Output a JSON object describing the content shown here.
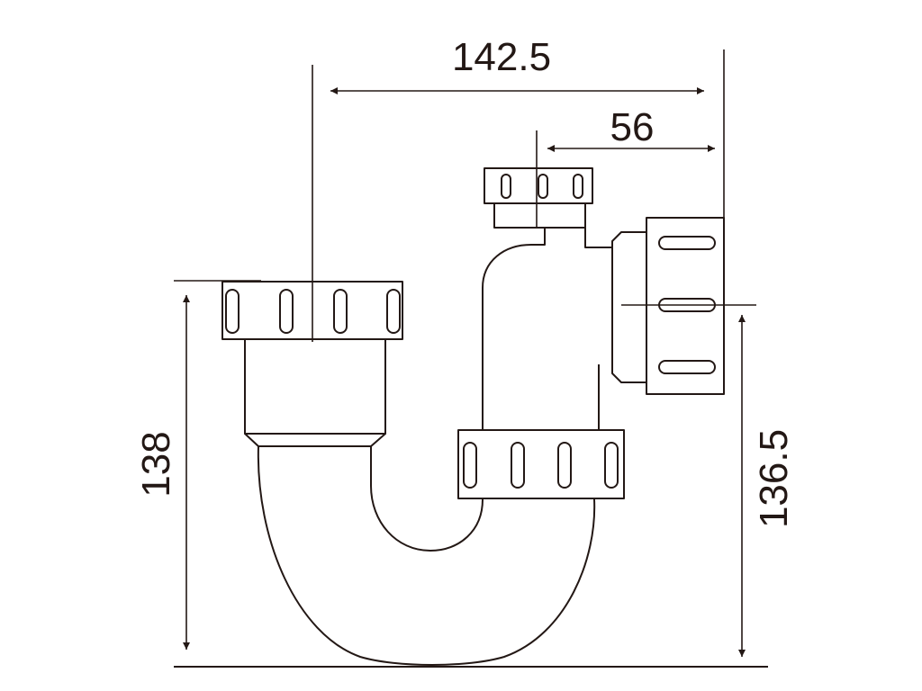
{
  "dimensions": {
    "overall_width": "142.5",
    "outlet_offset": "56",
    "inlet_height": "138",
    "outlet_height": "136.5"
  },
  "colors": {
    "line": "#231815",
    "background": "#ffffff"
  }
}
